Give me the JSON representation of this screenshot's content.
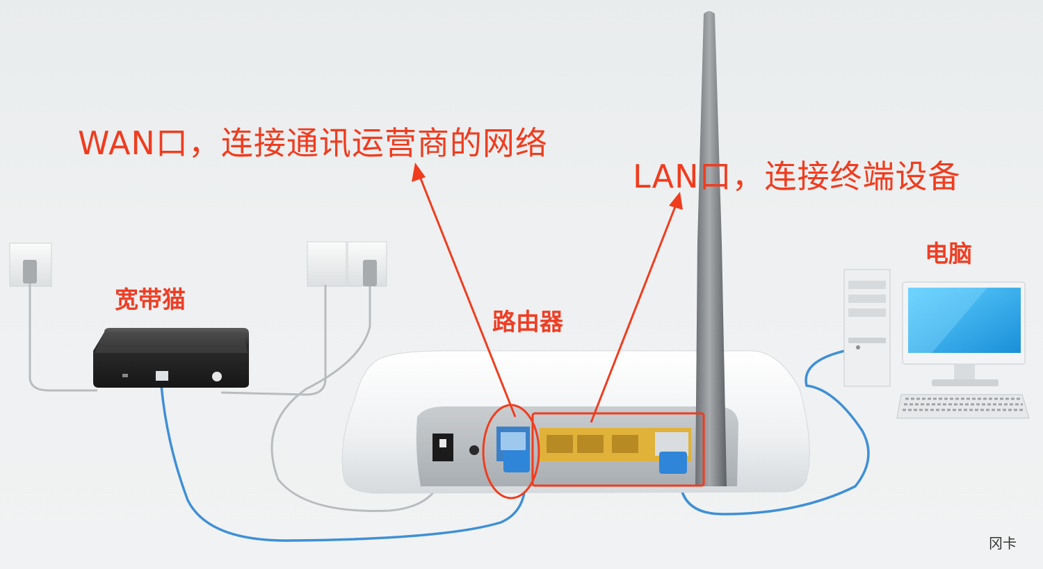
{
  "labels": {
    "wan": "WAN口，连接通讯运营商的网络",
    "lan": "LAN口，连接终端设备",
    "modem": "宽带猫",
    "router": "路由器",
    "computer": "电脑"
  },
  "watermark": "冈卡",
  "colors": {
    "callout": "#f03c1e",
    "device_label": "#ee3e24",
    "cable_blue": "#3f8fd6",
    "power_cable": "#b9bcbe",
    "lan_ports": "#e0b23a",
    "screen": "#39b8ef"
  }
}
